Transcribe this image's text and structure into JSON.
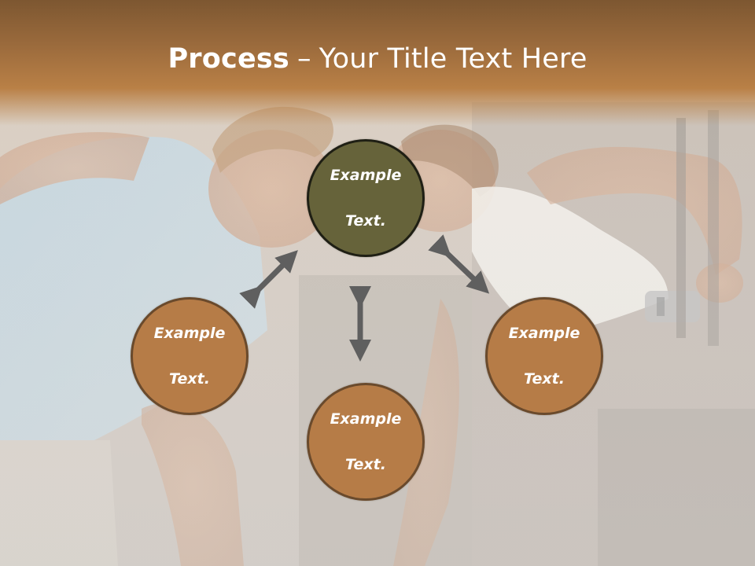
{
  "slide": {
    "title_bold": "Process",
    "title_sep": "–",
    "title_rest": "Your Title Text Here"
  },
  "nodes": {
    "top": {
      "line1": "Example",
      "line2": "Text."
    },
    "left": {
      "line1": "Example",
      "line2": "Text."
    },
    "right": {
      "line1": "Example",
      "line2": "Text."
    },
    "bottom": {
      "line1": "Example",
      "line2": "Text."
    }
  },
  "colors": {
    "header": "#9a6a3c",
    "center_node": "#66633a",
    "outer_node": "#b67c47",
    "arrow": "#5f5f5f"
  },
  "icons": {
    "arrows": "double-headed-arrow"
  }
}
